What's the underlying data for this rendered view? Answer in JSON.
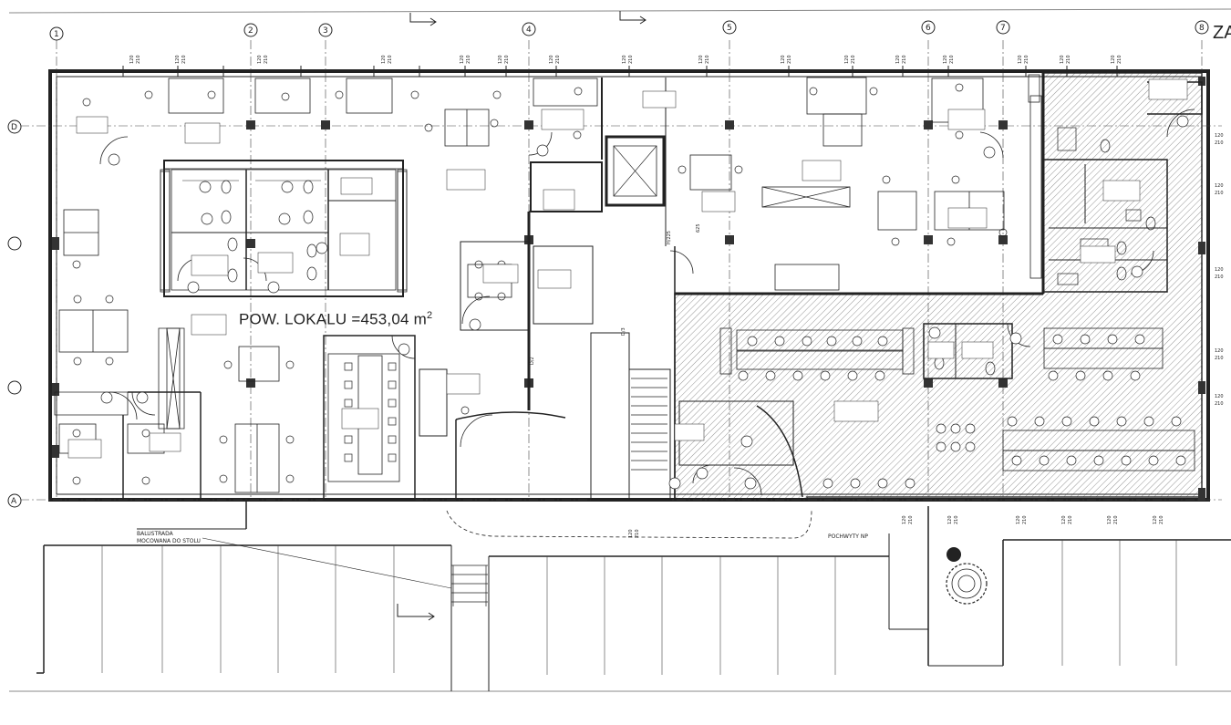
{
  "plan": {
    "area_prefix": "POW. LOKALU =453,04 m",
    "area_unit_sup": "2",
    "corner_text": "ZA",
    "axis_top": [
      "1",
      "2",
      "3",
      "4",
      "5",
      "6",
      "7",
      "8"
    ],
    "axis_left": [
      "D",
      "A"
    ],
    "window_dims": {
      "a": "120",
      "b": "210"
    },
    "side_dims": [
      "120",
      "210"
    ],
    "notes": {
      "balustrade_line1": "BALUSTRADA",
      "balustrade_line2": "MOCOWANA DO STOLU",
      "handles": "POCHWYTY NP"
    },
    "dim_labels": {
      "d1": "D/2",
      "d2": "D/3",
      "h": "H/225",
      "w": "625"
    }
  }
}
